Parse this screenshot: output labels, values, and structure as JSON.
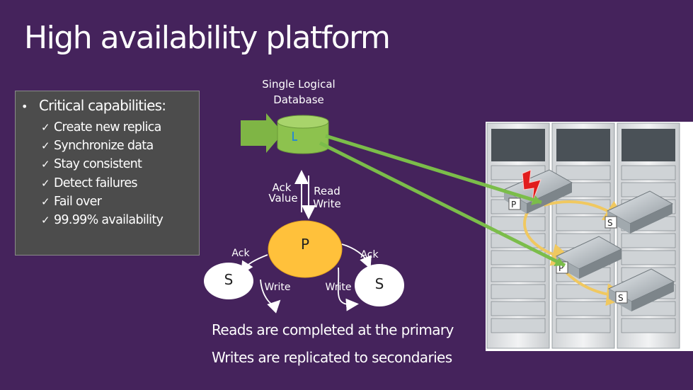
{
  "slide": {
    "title": "High availability platform"
  },
  "capabilities": {
    "heading": "Critical capabilities:",
    "bullet": "•",
    "check": "✓",
    "items": [
      "Create new replica",
      "Synchronize data",
      "Stay consistent",
      "Detect failures",
      "Fail over",
      "99.99% availability"
    ]
  },
  "diagram": {
    "db_label_line1": "Single Logical",
    "db_label_line2": "Database",
    "ack_value_line1": "Ack",
    "ack_value_line2": "Value",
    "read_write_line1": "Read",
    "read_write_line2": "Write",
    "primary_label": "P",
    "secondary_label": "S",
    "ack_label": "Ack",
    "write_label": "Write"
  },
  "rack": {
    "primary_label": "P",
    "secondary_label": "S"
  },
  "captions": {
    "reads": "Reads are completed at the primary",
    "writes": "Writes are replicated to secondaries"
  },
  "colors": {
    "background": "#45235c",
    "primary_node": "#ffc13b",
    "secondary_node": "#ffffff",
    "database": "#7fb545",
    "arrow_green": "#7bbd4a",
    "curve_arrow": "#f0c860",
    "fault": "#e11d1d"
  }
}
